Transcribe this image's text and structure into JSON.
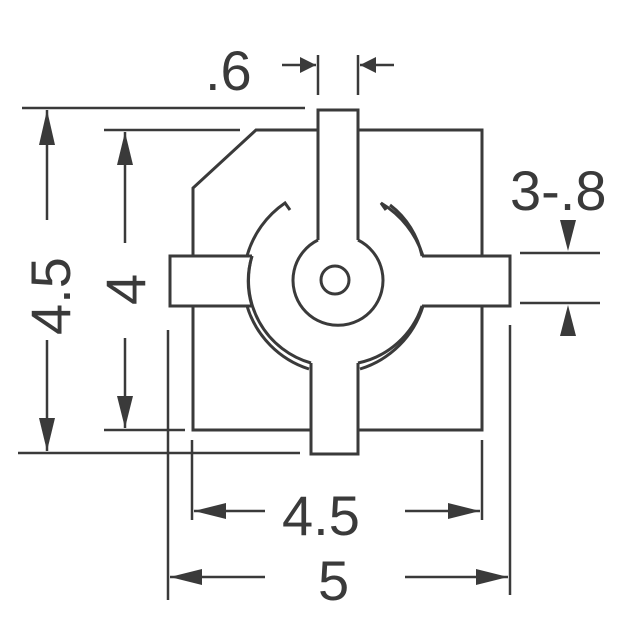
{
  "diagram": {
    "type": "mechanical-dimension-drawing",
    "dimensions": {
      "tab_width": ".6",
      "pin_width": "3-.8",
      "outer_height": "4.5",
      "inner_height": "4",
      "inner_width": "4.5",
      "outer_width": "5"
    },
    "colors": {
      "line": "#3a3a3a",
      "background": "#ffffff"
    }
  }
}
